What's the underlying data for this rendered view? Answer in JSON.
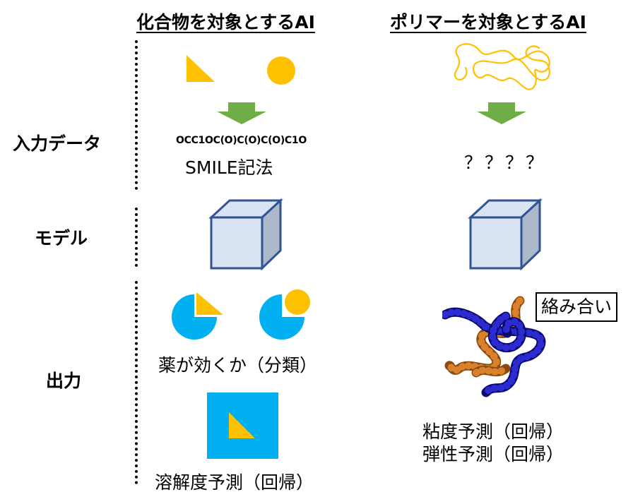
{
  "headers": {
    "compound": "化合物を対象とするAI",
    "polymer": "ポリマーを対象とするAI"
  },
  "rows": {
    "input": "入力データ",
    "model": "モデル",
    "output": "出力"
  },
  "compound": {
    "smiles": "OCC1OC(O)C(O)C(O)C1O",
    "notation": "SMILE記法",
    "classification": "薬が効くか（分類）",
    "regression": "溶解度予測（回帰）"
  },
  "polymer": {
    "unknown_input": "？？？？",
    "entanglement_label": "絡み合い",
    "viscosity": "粘度予測（回帰）",
    "elasticity": "弾性予測（回帰）"
  },
  "colors": {
    "yellow": "#FFC000",
    "blue": "#00B0F0",
    "arrow_green": "#70AD47",
    "cube_fill": "#DAE3F3",
    "cube_side": "#ADB9CA",
    "cube_edge": "#2F5597",
    "chain_blue": "#1C1CB0",
    "chain_orange": "#D9822B"
  }
}
